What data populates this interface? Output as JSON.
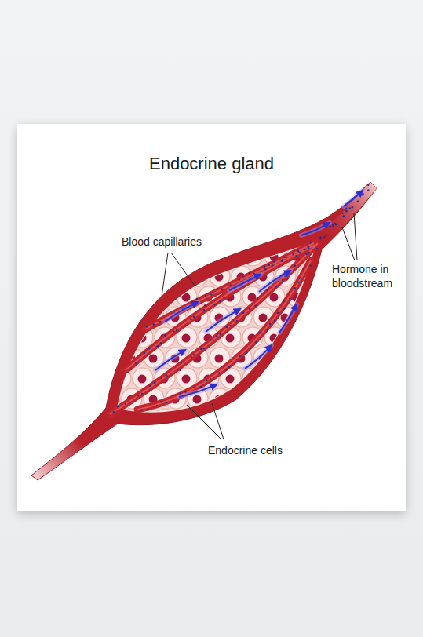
{
  "diagram": {
    "title": "Endocrine gland",
    "labels": [
      "Blood capillaries",
      "Hormone in bloodstream",
      "Endocrine cells"
    ]
  }
}
